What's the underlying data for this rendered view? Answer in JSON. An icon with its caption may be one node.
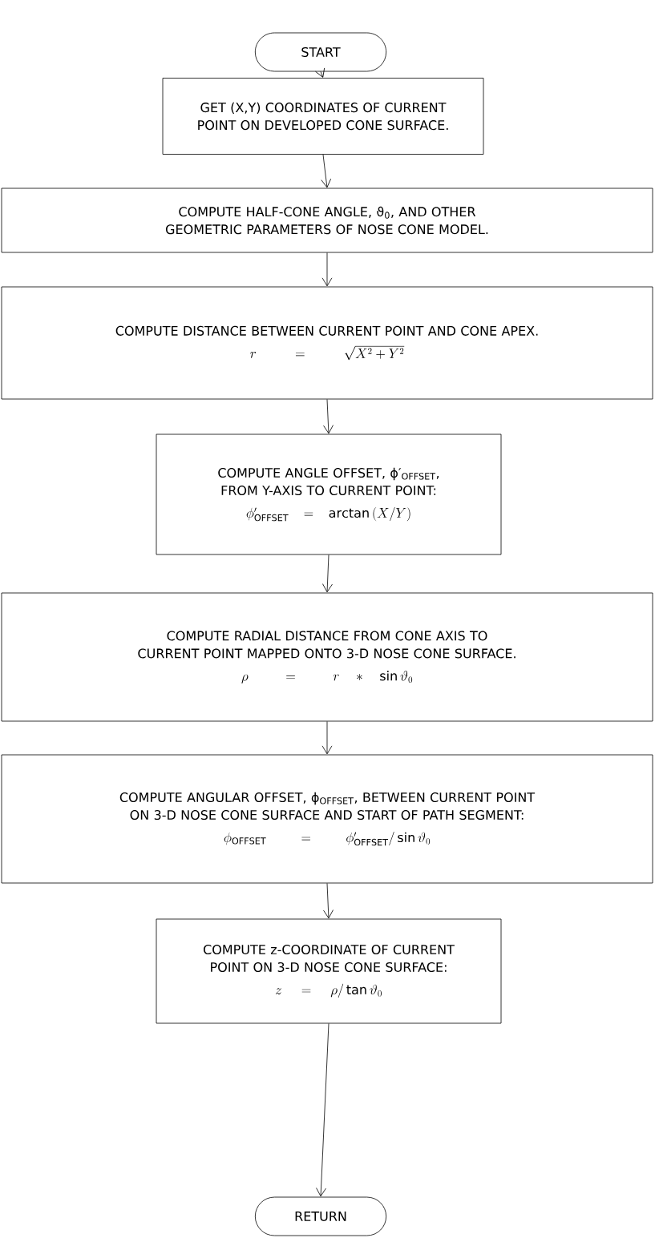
{
  "diagram": {
    "nodes": [
      {
        "text": [
          "START"
        ]
      },
      {
        "text": [
          "GET (X,Y) COORDINATES OF CURRENT POINT ON DEVELOPED CONE SURFACE."
        ]
      },
      {
        "text": [
          "COMPUTE HALF-CONE ANGLE, ϑ$_{0}$, AND OTHER GEOMETRIC PARAMETERS OF NOSE CONE MODEL."
        ]
      },
      {
        "text": [
          "COMPUTE DISTANCE BETWEEN CURRENT POINT AND CONE APEX.",
          "r = \\sqrt{X^{2} + Y^{2}}"
        ]
      },
      {
        "text": [
          "COMPUTE ANGLE OFFSET, ϕ′$_{OFFSET}$, FROM Y-AXIS TO CURRENT POINT:",
          "\\phi'_{\\mathrm{OFFSET}} = \\mathrm{arctan}\\,(X/Y)"
        ]
      },
      {
        "text": [
          "COMPUTE RADIAL DISTANCE FROM CONE AXIS TO CURRENT POINT MAPPED ONTO 3-D NOSE CONE SURFACE.",
          "\\rho = r * \\sin\\vartheta_{0}"
        ]
      },
      {
        "text": [
          "COMPUTE ANGULAR OFFSET, ϕ$_{OFFSET}$, BETWEEN CURRENT POINT ON 3-D NOSE CONE SURFACE AND START OF PATH SEGMENT:",
          "\\phi_{\\mathrm{OFFSET}} = \\phi'_{\\mathrm{OFFSET}} / \\sin\\vartheta_{0}"
        ]
      },
      {
        "text": [
          "COMPUTE z-COORDINATE OF CURRENT POINT ON 3-D NOSE CONE SURFACE:",
          "z = \\rho / \\tan\\vartheta_{0}"
        ]
      },
      {
        "text": [
          "RETURN"
        ]
      }
    ],
    "edges": [
      {
        "from": 0,
        "to": 1,
        "arrow": "to"
      },
      {
        "from": 1,
        "to": 2,
        "arrow": "to"
      },
      {
        "from": 2,
        "to": 3,
        "arrow": "to"
      },
      {
        "from": 3,
        "to": 4,
        "arrow": "to"
      },
      {
        "from": 4,
        "to": 5,
        "arrow": "to"
      },
      {
        "from": 5,
        "to": 6,
        "arrow": "to"
      },
      {
        "from": 6,
        "to": 7,
        "arrow": "to"
      },
      {
        "from": 7,
        "to": 8,
        "arrow": "to"
      }
    ]
  }
}
